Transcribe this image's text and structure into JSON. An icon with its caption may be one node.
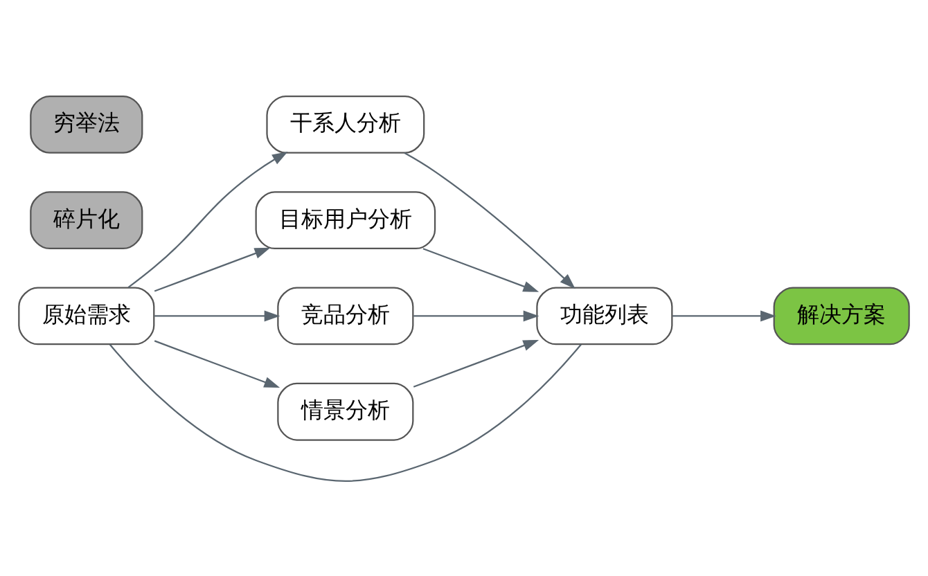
{
  "diagram": {
    "nodes": [
      {
        "text": [
          "原始需求"
        ]
      },
      {
        "text": [
          "干系人分析"
        ]
      },
      {
        "text": [
          "目标用户分析"
        ]
      },
      {
        "text": [
          "竞品分析"
        ]
      },
      {
        "text": [
          "情景分析"
        ]
      },
      {
        "text": [
          "功能列表"
        ]
      },
      {
        "text": [
          "解决方案"
        ]
      },
      {
        "text": [
          "碎片化"
        ]
      },
      {
        "text": [
          "穷举法"
        ]
      }
    ],
    "edges": [
      {
        "from": 0,
        "to": 1,
        "arrow": "to"
      },
      {
        "from": 0,
        "to": 2,
        "arrow": "to"
      },
      {
        "from": 0,
        "to": 3,
        "arrow": "to"
      },
      {
        "from": 0,
        "to": 4,
        "arrow": "to"
      },
      {
        "from": 0,
        "to": 5,
        "arrow": "none"
      },
      {
        "from": 1,
        "to": 5,
        "arrow": "to"
      },
      {
        "from": 2,
        "to": 5,
        "arrow": "to"
      },
      {
        "from": 3,
        "to": 5,
        "arrow": "to"
      },
      {
        "from": 4,
        "to": 5,
        "arrow": "to"
      },
      {
        "from": 5,
        "to": 6,
        "arrow": "to"
      }
    ]
  }
}
